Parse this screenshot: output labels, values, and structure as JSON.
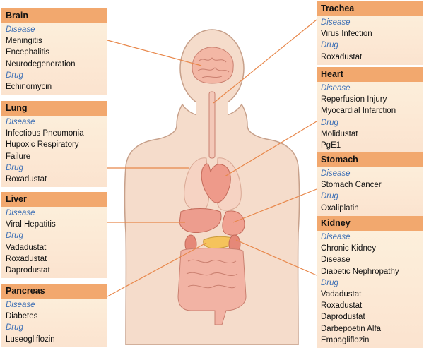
{
  "panels": {
    "brain": {
      "title": "Brain",
      "disease_label": "Disease",
      "diseases": [
        "Meningitis",
        "Encephalitis",
        "Neurodegeneration"
      ],
      "drug_label": "Drug",
      "drugs": [
        "Echinomycin"
      ]
    },
    "lung": {
      "title": "Lung",
      "disease_label": "Disease",
      "diseases": [
        "Infectious Pneumonia",
        "Hupoxic Respiratory",
        "Failure"
      ],
      "drug_label": "Drug",
      "drugs": [
        "Roxadustat"
      ]
    },
    "liver": {
      "title": "Liver",
      "disease_label": "Disease",
      "diseases": [
        "Viral Hepatitis"
      ],
      "drug_label": "Drug",
      "drugs": [
        "Vadadustat",
        "Roxadustat",
        "Daprodustat"
      ]
    },
    "pancreas": {
      "title": "Pancreas",
      "disease_label": "Disease",
      "diseases": [
        "Diabetes"
      ],
      "drug_label": "Drug",
      "drugs": [
        "Luseogliflozin"
      ]
    },
    "trachea": {
      "title": "Trachea",
      "disease_label": "Disease",
      "diseases": [
        "Virus Infection"
      ],
      "drug_label": "Drug",
      "drugs": [
        "Roxadustat"
      ]
    },
    "heart": {
      "title": "Heart",
      "disease_label": "Disease",
      "diseases": [
        "Reperfusion Injury",
        "Myocardial Infarction"
      ],
      "drug_label": "Drug",
      "drugs": [
        "Molidustat",
        "PgE1"
      ]
    },
    "stomach": {
      "title": "Stomach",
      "disease_label": "Disease",
      "diseases": [
        "Stomach Cancer"
      ],
      "drug_label": "Drug",
      "drugs": [
        "Oxaliplatin"
      ]
    },
    "kidney": {
      "title": "Kidney",
      "disease_label": "Disease",
      "diseases": [
        "Chronic Kidney",
        "Disease",
        "Diabetic Nephropathy"
      ],
      "drug_label": "Drug",
      "drugs": [
        "Vadadustat",
        "Roxadustat",
        "Daprodustat",
        "Darbepoetin Alfa",
        "Empagliflozin"
      ]
    }
  },
  "colors": {
    "header": "#f2a86e",
    "panel_top": "#fdf1dd",
    "panel_bottom": "#fbe3cf",
    "category_text": "#3d6fb5",
    "connector": "#e8874a",
    "body_fill": "#f5dccb",
    "body_outline": "#c7a08a"
  }
}
